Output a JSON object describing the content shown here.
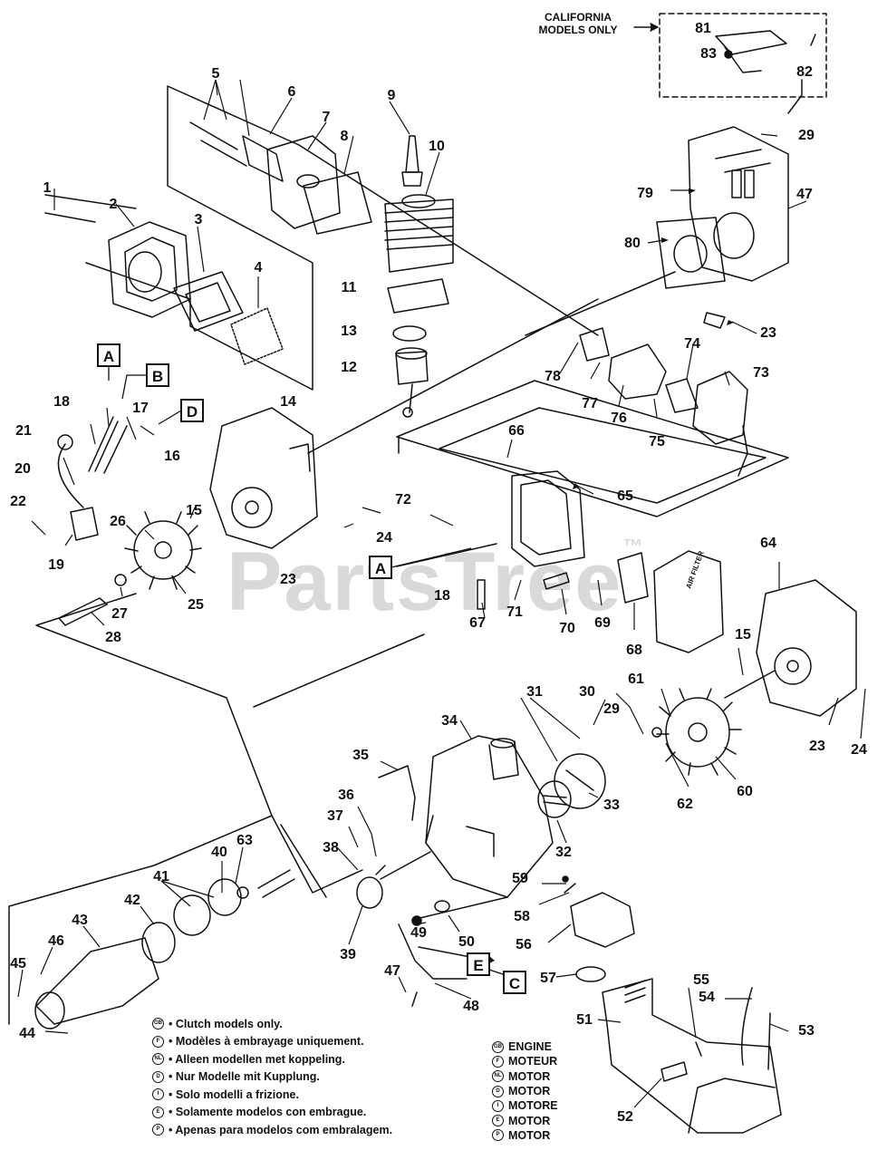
{
  "callout": {
    "california_line1": "CALIFORNIA",
    "california_line2": "MODELS ONLY"
  },
  "watermark": "PartsTree",
  "watermark_tm": "™",
  "connector_boxes": {
    "A": "A",
    "B": "B",
    "D": "D",
    "E": "E",
    "C": "C"
  },
  "part_numbers": [
    "1",
    "2",
    "3",
    "4",
    "5",
    "6",
    "7",
    "8",
    "9",
    "10",
    "11",
    "12",
    "13",
    "14",
    "15",
    "16",
    "17",
    "18",
    "19",
    "20",
    "21",
    "22",
    "23",
    "24",
    "25",
    "26",
    "27",
    "28",
    "29",
    "30",
    "31",
    "32",
    "33",
    "34",
    "35",
    "36",
    "37",
    "38",
    "39",
    "40",
    "41",
    "42",
    "43",
    "44",
    "45",
    "46",
    "47",
    "48",
    "49",
    "50",
    "51",
    "52",
    "53",
    "54",
    "55",
    "56",
    "57",
    "58",
    "59",
    "60",
    "61",
    "62",
    "63",
    "64",
    "65",
    "66",
    "67",
    "68",
    "69",
    "70",
    "71",
    "72",
    "73",
    "74",
    "75",
    "76",
    "77",
    "78",
    "79",
    "80",
    "81",
    "82",
    "83"
  ],
  "air_filter_cover_text": "AIR FILTER",
  "clutch_notes": [
    {
      "badge": "GB",
      "text": "• Clutch models only."
    },
    {
      "badge": "F",
      "text": "• Modèles à embrayage uniquement."
    },
    {
      "badge": "NL",
      "text": "• Alleen modellen met koppeling."
    },
    {
      "badge": "D",
      "text": "• Nur Modelle mit Kupplung."
    },
    {
      "badge": "I",
      "text": "• Solo modelli a frizione."
    },
    {
      "badge": "E",
      "text": "• Solamente modelos con embrague."
    },
    {
      "badge": "P",
      "text": "• Apenas para modelos com embralagem."
    }
  ],
  "engine_labels": [
    {
      "badge": "GB",
      "text": "ENGINE"
    },
    {
      "badge": "F",
      "text": "MOTEUR"
    },
    {
      "badge": "NL",
      "text": "MOTOR"
    },
    {
      "badge": "D",
      "text": "MOTOR"
    },
    {
      "badge": "I",
      "text": "MOTORE"
    },
    {
      "badge": "E",
      "text": "MOTOR"
    },
    {
      "badge": "P",
      "text": "MOTOR"
    }
  ]
}
